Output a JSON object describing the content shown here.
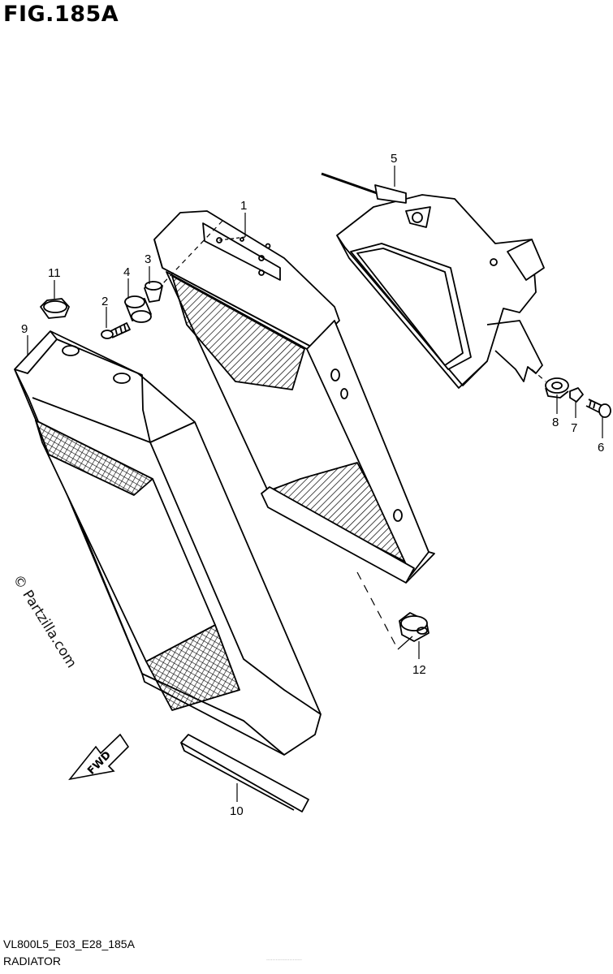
{
  "figure": {
    "title": "FIG.185A",
    "code": "VL800L5_E03_E28_185A",
    "name": "RADIATOR",
    "faint_text": "·······················"
  },
  "watermark": "© Partzilla.com",
  "fwd_label": "FWD",
  "callouts": [
    "1",
    "2",
    "3",
    "4",
    "5",
    "6",
    "7",
    "8",
    "9",
    "10",
    "11",
    "12"
  ]
}
